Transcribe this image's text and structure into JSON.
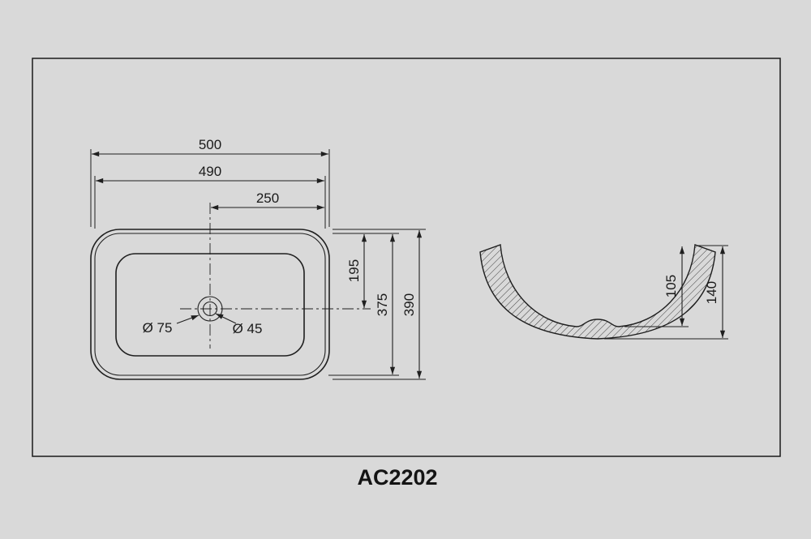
{
  "sheet": {
    "model_label": "AC2202"
  },
  "top_view": {
    "dim_overall_width": "500",
    "dim_inner_width": "490",
    "dim_center_to_edge": "250",
    "dim_center_to_top": "195",
    "dim_inner_depth": "375",
    "dim_overall_depth": "390",
    "dim_drain_outer_diameter": "Ø 75",
    "dim_drain_hole_diameter": "Ø 45"
  },
  "side_view": {
    "dim_basin_depth": "105",
    "dim_overall_height": "140"
  },
  "colors": {
    "background": "#d9d9d9",
    "line": "#1f1f1f"
  }
}
